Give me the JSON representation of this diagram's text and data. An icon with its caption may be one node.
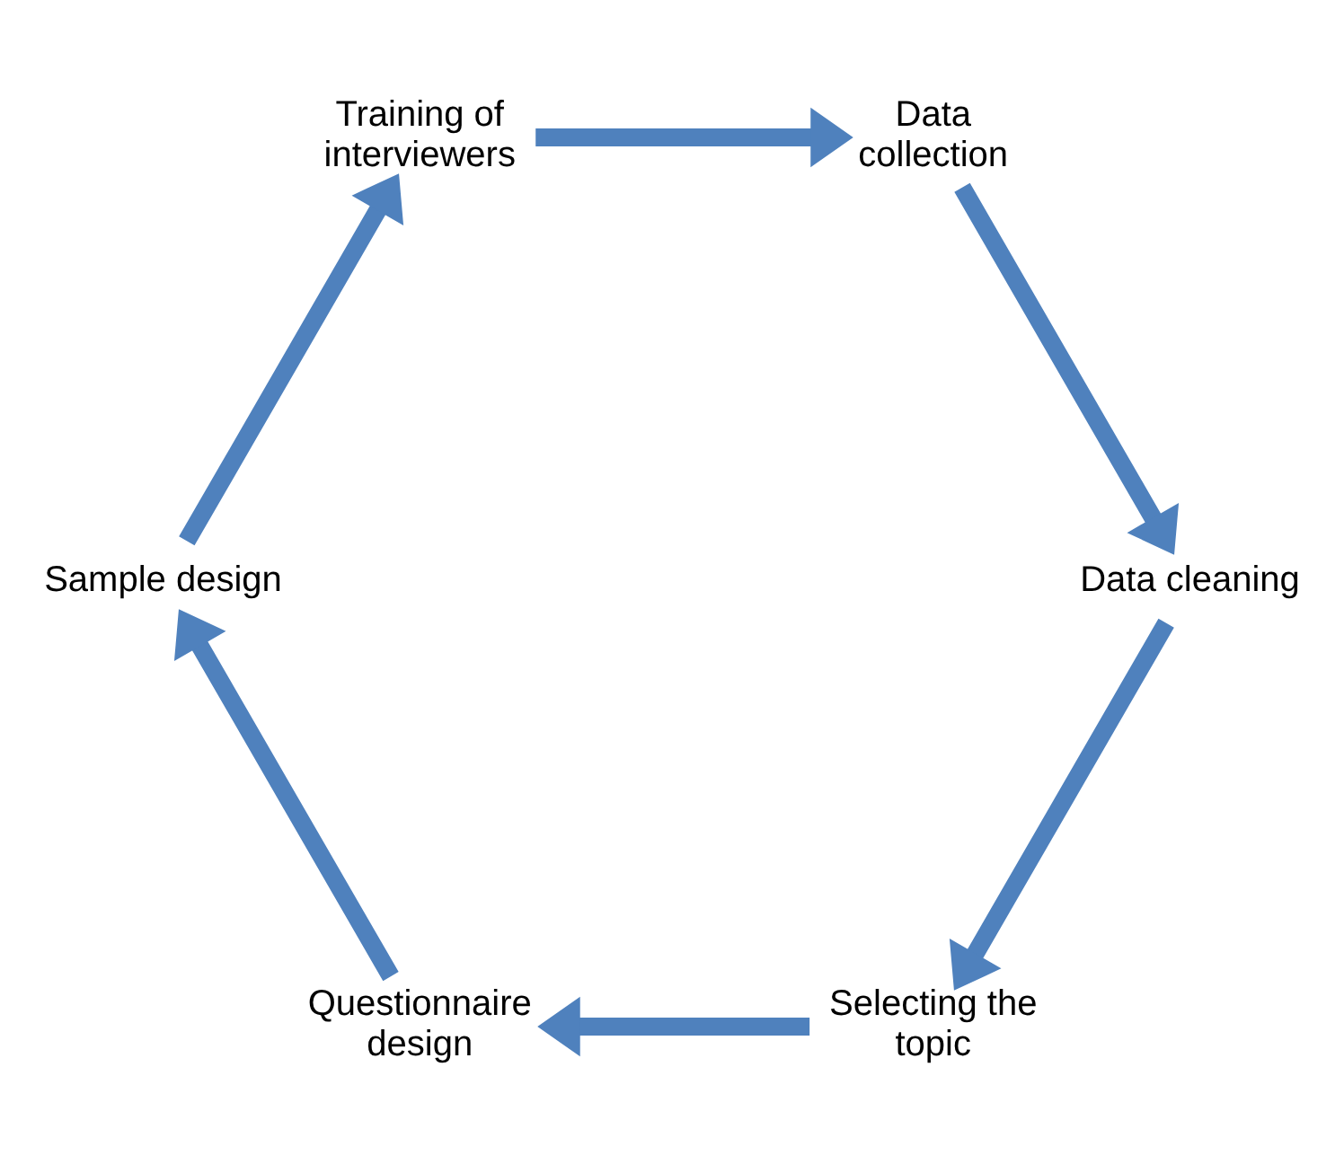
{
  "diagram": {
    "nodes": [
      {
        "text": [
          "Selecting the topic"
        ]
      },
      {
        "text": [
          "Questionnaire design"
        ]
      },
      {
        "text": [
          "Sample design"
        ]
      },
      {
        "text": [
          "Training of interviewers"
        ]
      },
      {
        "text": [
          "Data collection"
        ]
      },
      {
        "text": [
          "Data cleaning"
        ]
      }
    ],
    "edges": [
      {
        "from": 0,
        "to": 1,
        "arrow": "to"
      },
      {
        "from": 1,
        "to": 2,
        "arrow": "to"
      },
      {
        "from": 2,
        "to": 3,
        "arrow": "to"
      },
      {
        "from": 3,
        "to": 4,
        "arrow": "to"
      },
      {
        "from": 4,
        "to": 5,
        "arrow": "to"
      },
      {
        "from": 5,
        "to": 0,
        "arrow": "to"
      }
    ]
  }
}
